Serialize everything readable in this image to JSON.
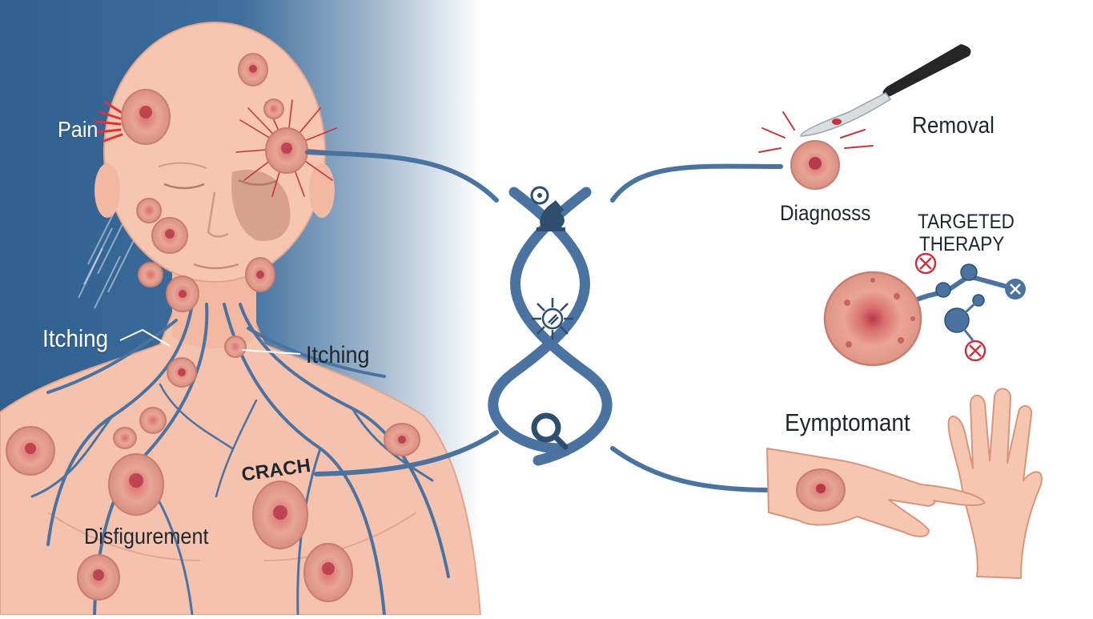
{
  "labels": {
    "pain": "Pain",
    "itching_left": "Itching",
    "itching_right": "Itching",
    "crach": "CRACH",
    "disfigurement": "Disfigurement",
    "removal": "Removal",
    "diagnosis": "Diagnosss",
    "targeted_line1": "TARGETED",
    "targeted_line2": "THERAPY",
    "symptomatic": "Eymptomant"
  },
  "colors": {
    "background_blue": "#3d6e9c",
    "dna_blue": "#4a73a1",
    "skin": "#f5c3ad",
    "lesion": "#e7a294",
    "lesion_core": "#b8394a",
    "pain_red": "#e0303a",
    "inhibitor_red": "#c8343e"
  },
  "icons": [
    "gear-flask-icon",
    "snowflake-cell-icon",
    "magnifier-icon",
    "scalpel-icon",
    "inhibitor-x-icon",
    "hand-icon"
  ]
}
